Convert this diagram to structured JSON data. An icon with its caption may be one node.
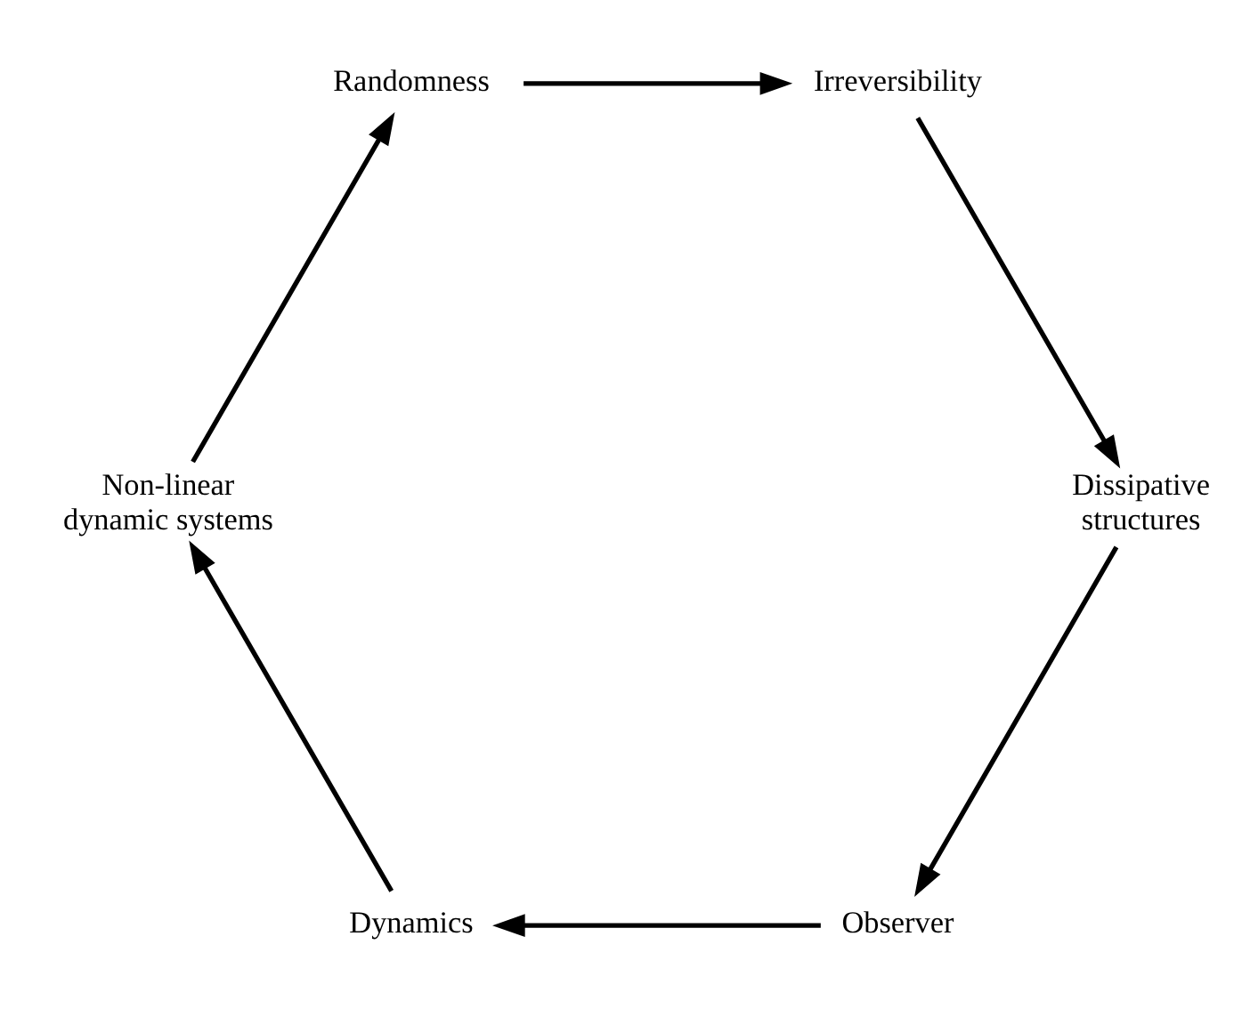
{
  "diagram": {
    "nodes": [
      {
        "text": [
          "Observer"
        ]
      },
      {
        "text": [
          "Dynamics"
        ]
      },
      {
        "text": [
          "Non-linear dynamic systems"
        ]
      },
      {
        "text": [
          "Randomness"
        ]
      },
      {
        "text": [
          "Irreversibility"
        ]
      },
      {
        "text": [
          "Dissipative structures"
        ]
      }
    ],
    "edges": [
      {
        "from": 0,
        "to": 1,
        "arrow": "to"
      },
      {
        "from": 1,
        "to": 2,
        "arrow": "to"
      },
      {
        "from": 2,
        "to": 3,
        "arrow": "to"
      },
      {
        "from": 3,
        "to": 4,
        "arrow": "to"
      },
      {
        "from": 4,
        "to": 5,
        "arrow": "to"
      },
      {
        "from": 5,
        "to": 0,
        "arrow": "to"
      }
    ]
  }
}
